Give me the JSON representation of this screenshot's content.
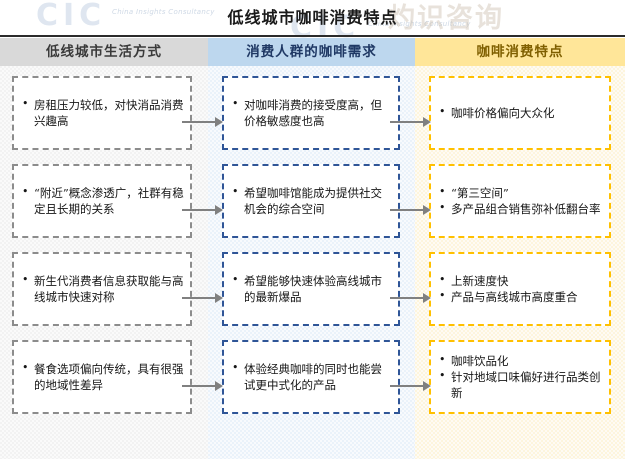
{
  "page": {
    "title": "低线城市咖啡消费特点"
  },
  "watermark": {
    "logo": "CIC",
    "sub": "China Insights Consultancy",
    "cn_full": "灼识咨询"
  },
  "colors": {
    "col1_header_bg": "#d9d9d9",
    "col1_header_text": "#3a3a3a",
    "col1_body_bg": "#f2f2f2",
    "col1_border": "#8c8c8c",
    "col2_header_bg": "#bdd7ee",
    "col2_header_text": "#1f3864",
    "col2_body_bg": "#eaf2fa",
    "col2_border": "#2f5597",
    "col3_header_bg": "#ffe699",
    "col3_header_text": "#7f5f00",
    "col3_body_bg": "#fdf5dd",
    "col3_border": "#ffc000",
    "arrow": "#808080",
    "title_rule": "#2b2b2b"
  },
  "columns": [
    {
      "header": "低线城市生活方式",
      "boxes": [
        {
          "bullets": [
            "房租压力较低，对快消品消费兴趣高"
          ]
        },
        {
          "bullets": [
            "“附近”概念渗透广，社群有稳定且长期的关系"
          ]
        },
        {
          "bullets": [
            "新生代消费者信息获取能与高线城市快速对称"
          ]
        },
        {
          "bullets": [
            "餐食选项偏向传统，具有很强的地域性差异"
          ]
        }
      ]
    },
    {
      "header": "消费人群的咖啡需求",
      "boxes": [
        {
          "bullets": [
            "对咖啡消费的接受度高，但价格敏感度也高"
          ]
        },
        {
          "bullets": [
            "希望咖啡馆能成为提供社交机会的综合空间"
          ]
        },
        {
          "bullets": [
            "希望能够快速体验高线城市的最新爆品"
          ]
        },
        {
          "bullets": [
            "体验经典咖啡的同时也能尝试更中式化的产品"
          ]
        }
      ]
    },
    {
      "header": "咖啡消费特点",
      "boxes": [
        {
          "bullets": [
            "咖啡价格偏向大众化"
          ]
        },
        {
          "bullets": [
            "“第三空间”",
            "多产品组合销售弥补低翻台率"
          ]
        },
        {
          "bullets": [
            "上新速度快",
            "产品与高线城市高度重合"
          ]
        },
        {
          "bullets": [
            "咖啡饮品化",
            "针对地域口味偏好进行品类创新"
          ]
        }
      ]
    }
  ],
  "arrows": [
    {
      "name": "arrow-row1-col1-col2"
    },
    {
      "name": "arrow-row2-col1-col2"
    },
    {
      "name": "arrow-row3-col1-col2"
    },
    {
      "name": "arrow-row4-col1-col2"
    },
    {
      "name": "arrow-row1-col2-col3"
    },
    {
      "name": "arrow-row2-col2-col3"
    },
    {
      "name": "arrow-row3-col2-col3"
    },
    {
      "name": "arrow-row4-col2-col3"
    }
  ]
}
